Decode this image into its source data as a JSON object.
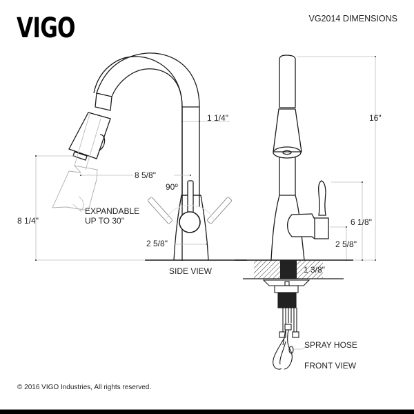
{
  "header": {
    "logo": "VIGO",
    "title": "VG2014 DIMENSIONS"
  },
  "side_view": {
    "caption": "SIDE VIEW",
    "dimensions": {
      "spout_diameter": "1 1/4\"",
      "reach": "8 5/8\"",
      "handle_angle": "90º",
      "spout_height": "8 1/4\"",
      "base_diameter": "2 5/8\""
    },
    "annotation": [
      "EXPANDABLE",
      "UP TO 30\""
    ]
  },
  "front_view": {
    "caption": "FRONT VIEW",
    "dimensions": {
      "overall_height": "16\"",
      "handle_height": "6 1/8\"",
      "handle_base_height": "2 5/8\"",
      "mounting_hole": "1 3/8\""
    },
    "annotation": "SPRAY HOSE"
  },
  "footer": {
    "copyright": "© 2016 VIGO Industries, All rights reserved."
  },
  "colors": {
    "line": "#1a1a1a",
    "dimension_line": "#bbbbbb",
    "background": "#ffffff"
  }
}
